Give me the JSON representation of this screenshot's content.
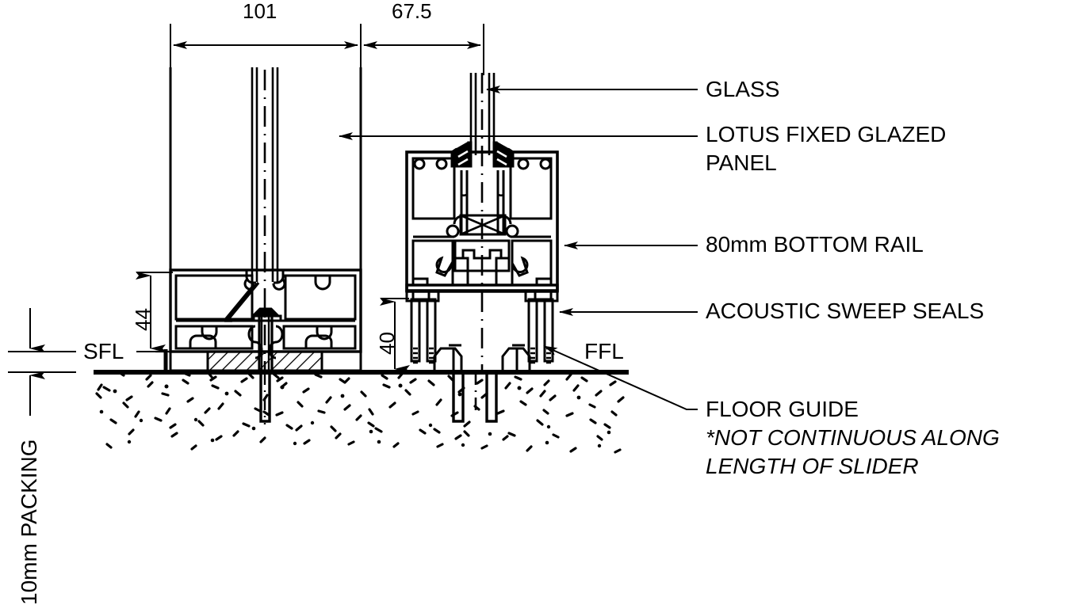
{
  "drawing": {
    "title": "Sliding door threshold section detail",
    "units": "mm",
    "line_color": "#000000",
    "background": "#ffffff"
  },
  "dimensions": {
    "top": [
      {
        "name": "frame-width",
        "value": "101"
      },
      {
        "name": "fixed-panel-width",
        "value": "67.5"
      }
    ],
    "vertical": [
      {
        "name": "sill-height",
        "value": "44"
      },
      {
        "name": "sweep-seal-height",
        "value": "40"
      }
    ],
    "packing": {
      "label": "10mm PACKING"
    }
  },
  "levels": {
    "sfl": "SFL",
    "ffl": "FFL"
  },
  "callouts": [
    {
      "id": "glass",
      "text": "GLASS"
    },
    {
      "id": "lotus-panel",
      "line1": "LOTUS FIXED GLAZED",
      "line2": "PANEL"
    },
    {
      "id": "bottom-rail",
      "text": "80mm BOTTOM RAIL"
    },
    {
      "id": "sweep-seals",
      "text": "ACOUSTIC SWEEP SEALS"
    },
    {
      "id": "floor-guide",
      "line1": "FLOOR GUIDE",
      "line2": "*NOT CONTINUOUS ALONG",
      "line3": "LENGTH OF SLIDER"
    }
  ]
}
